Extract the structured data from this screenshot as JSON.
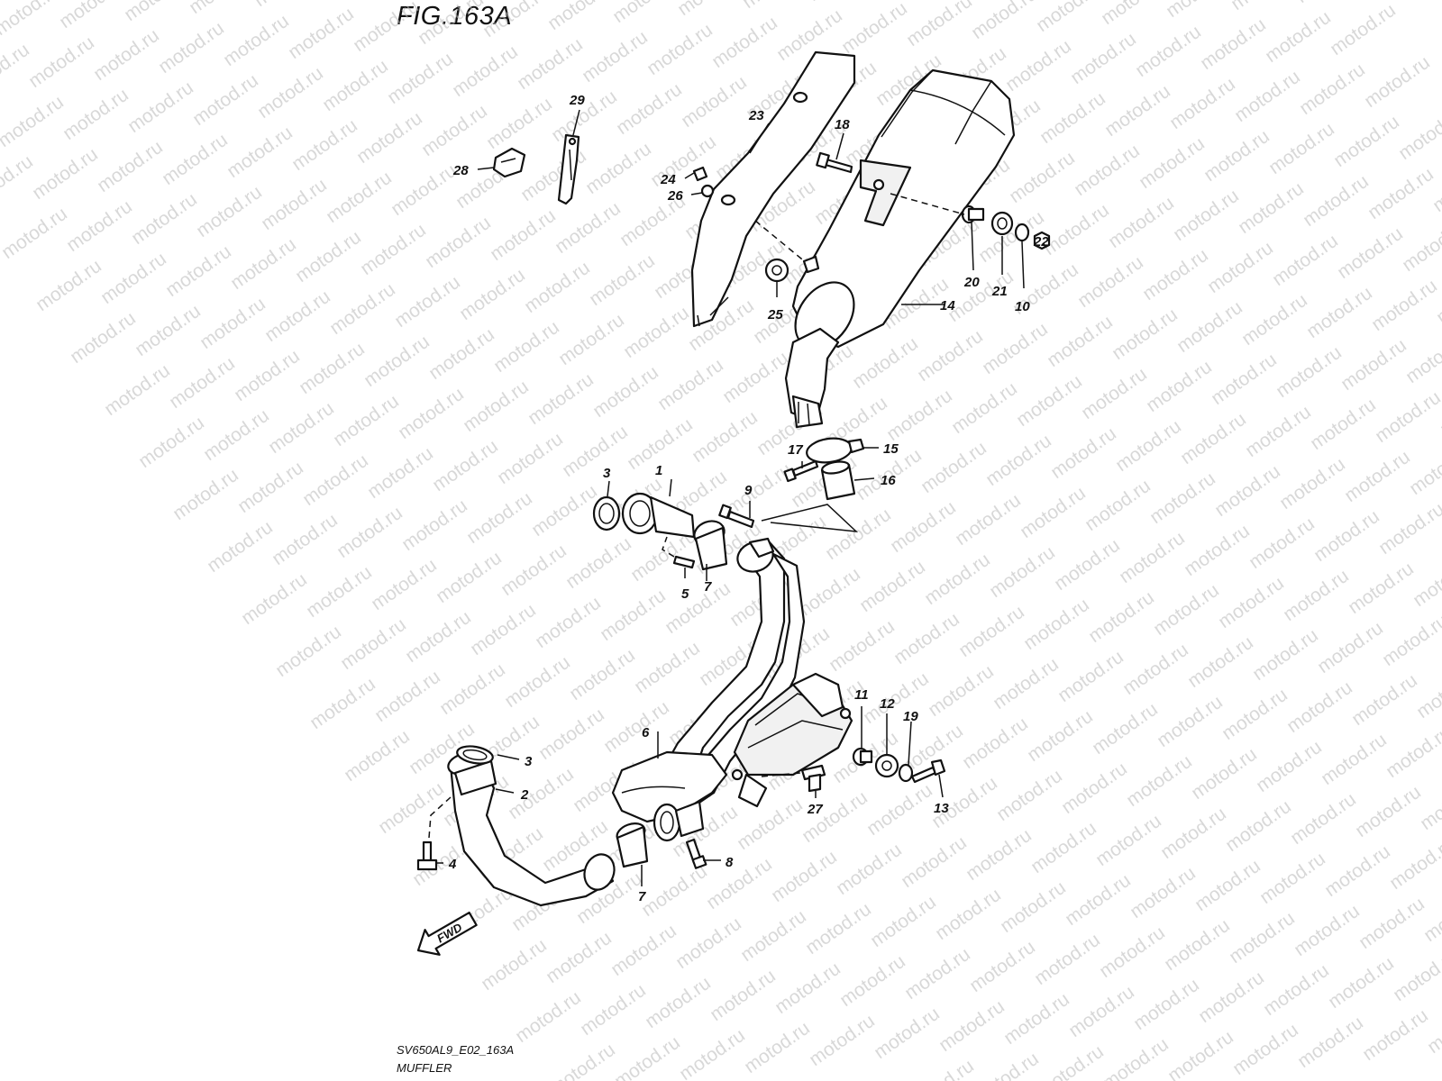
{
  "figure": {
    "title": "FIG.163A",
    "model_code": "SV650AL9_E02_163A",
    "name": "MUFFLER"
  },
  "watermark": {
    "text": "motod.ru"
  },
  "direction_arrow": {
    "label": "FWD"
  },
  "callouts": [
    {
      "id": "c1",
      "label": "1"
    },
    {
      "id": "c2",
      "label": "2"
    },
    {
      "id": "c3a",
      "label": "3"
    },
    {
      "id": "c3b",
      "label": "3"
    },
    {
      "id": "c4",
      "label": "4"
    },
    {
      "id": "c5",
      "label": "5"
    },
    {
      "id": "c6",
      "label": "6"
    },
    {
      "id": "c7a",
      "label": "7"
    },
    {
      "id": "c7b",
      "label": "7"
    },
    {
      "id": "c8",
      "label": "8"
    },
    {
      "id": "c9",
      "label": "9"
    },
    {
      "id": "c10",
      "label": "10"
    },
    {
      "id": "c11",
      "label": "11"
    },
    {
      "id": "c12",
      "label": "12"
    },
    {
      "id": "c13",
      "label": "13"
    },
    {
      "id": "c14",
      "label": "14"
    },
    {
      "id": "c15",
      "label": "15"
    },
    {
      "id": "c16",
      "label": "16"
    },
    {
      "id": "c17",
      "label": "17"
    },
    {
      "id": "c18",
      "label": "18"
    },
    {
      "id": "c19",
      "label": "19"
    },
    {
      "id": "c20",
      "label": "20"
    },
    {
      "id": "c21",
      "label": "21"
    },
    {
      "id": "c22",
      "label": "22"
    },
    {
      "id": "c23",
      "label": "23"
    },
    {
      "id": "c24",
      "label": "24"
    },
    {
      "id": "c25",
      "label": "25"
    },
    {
      "id": "c26",
      "label": "26"
    },
    {
      "id": "c27",
      "label": "27"
    },
    {
      "id": "c28",
      "label": "28"
    },
    {
      "id": "c29",
      "label": "29"
    }
  ]
}
